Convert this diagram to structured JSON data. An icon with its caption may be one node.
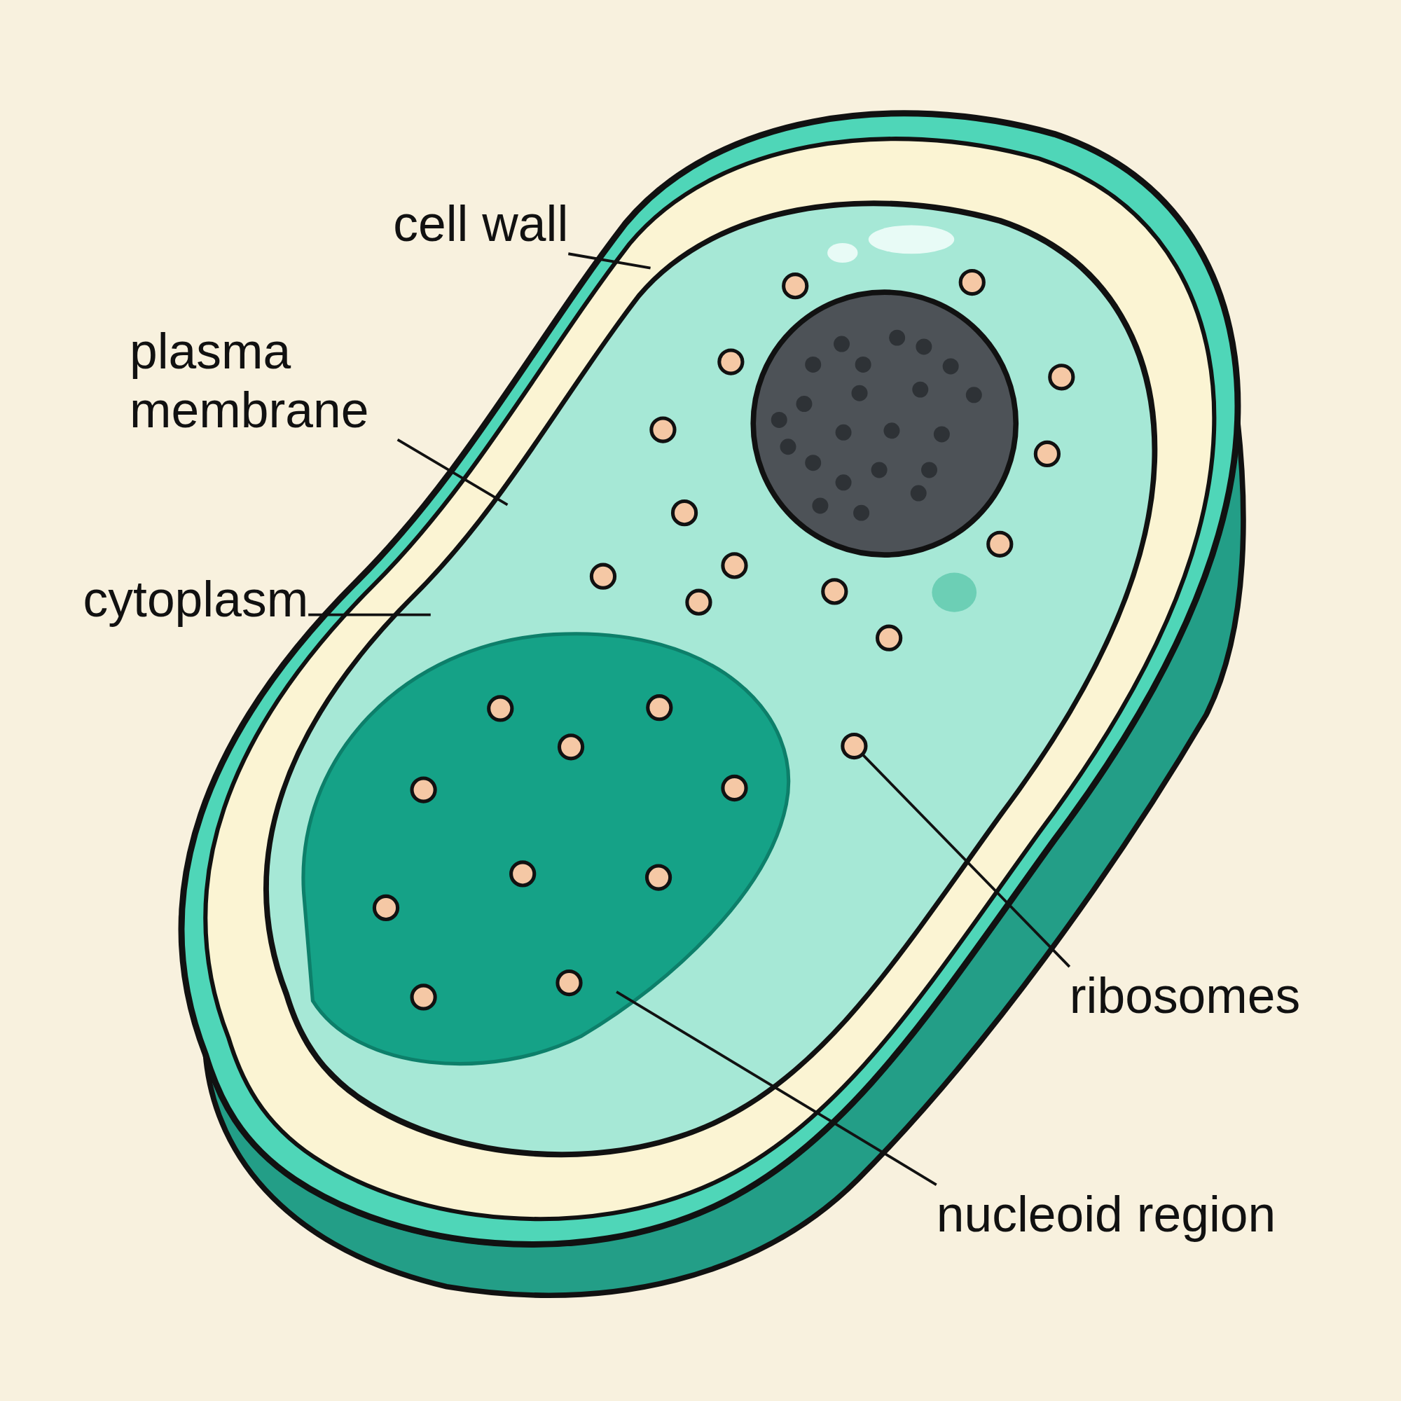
{
  "diagram": {
    "nodes": [
      {
        "text": [
          "cell wall"
        ]
      },
      {
        "text": [
          "plasma membrane"
        ]
      },
      {
        "text": [
          "cytoplasm"
        ]
      },
      {
        "text": [
          "ribosomes"
        ]
      },
      {
        "text": [
          "nucleoid region"
        ]
      },
      {
        "text": [],
        "shape": "picture"
      },
      {
        "text": [],
        "shape": "picture",
        "in": 5
      },
      {
        "text": [],
        "shape": "picture",
        "in": 6
      },
      {
        "text": [],
        "shape": "picture",
        "in": 7
      },
      {
        "text": [],
        "shape": "picture",
        "in": 7
      }
    ],
    "edges": [
      {
        "from": 0,
        "to": 5,
        "arrow": "none"
      },
      {
        "from": 1,
        "to": 6,
        "arrow": "none"
      },
      {
        "from": 2,
        "to": 7,
        "arrow": "none"
      },
      {
        "from": 3,
        "to": 9,
        "arrow": "none"
      },
      {
        "from": 4,
        "to": 8,
        "arrow": "none"
      }
    ]
  }
}
